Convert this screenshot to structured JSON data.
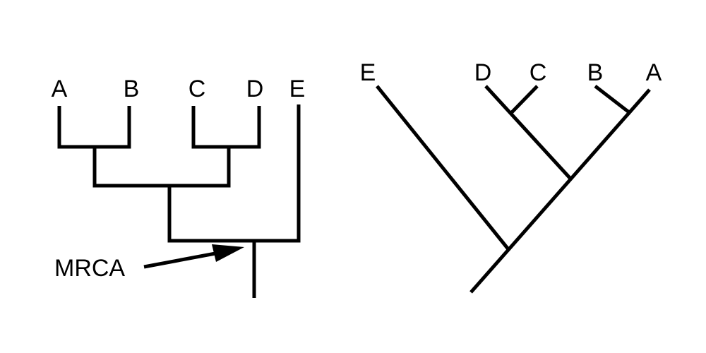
{
  "left_tree": {
    "taxa": [
      "A",
      "B",
      "C",
      "D",
      "E"
    ],
    "annotation_label": "MRCA"
  },
  "right_tree": {
    "taxa": [
      "E",
      "D",
      "C",
      "B",
      "A"
    ]
  }
}
